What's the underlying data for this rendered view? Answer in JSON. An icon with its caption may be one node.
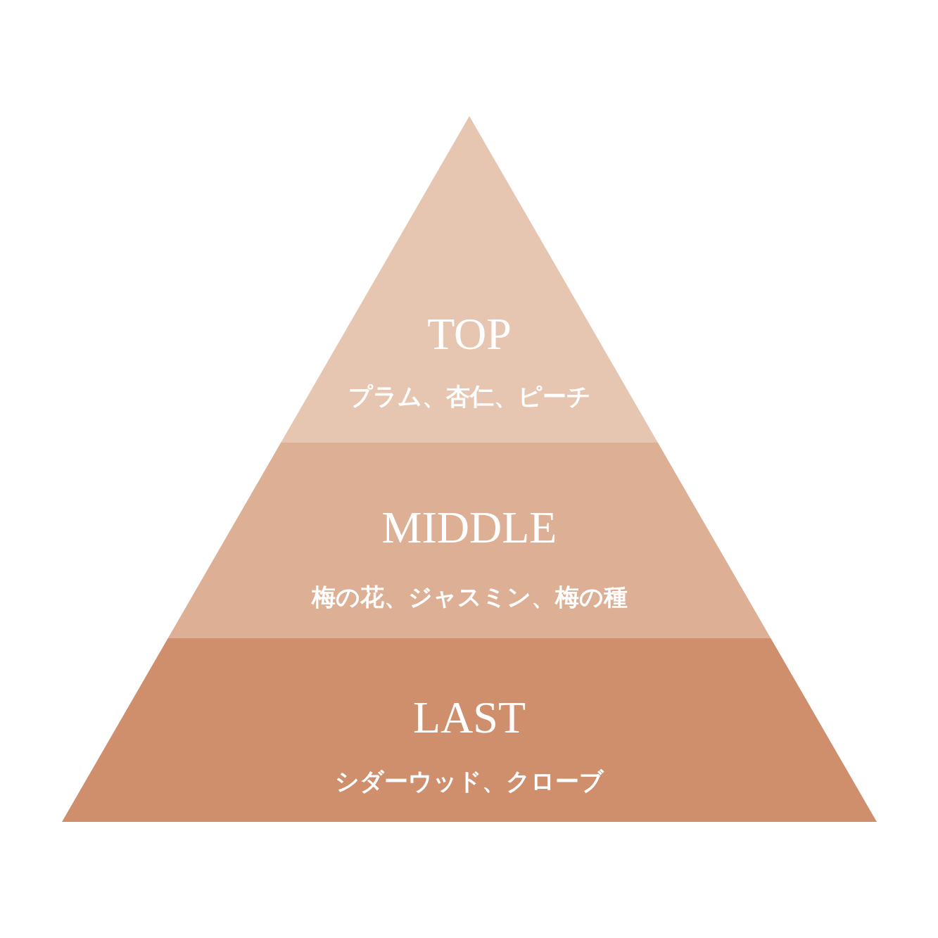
{
  "diagram": {
    "nodes": [
      {
        "text": [
          "TOP",
          "プラム、杏仁、ピーチ"
        ]
      },
      {
        "text": [
          "MIDDLE",
          "梅の花、ジャスミン、梅の種"
        ]
      },
      {
        "text": [
          "LAST",
          "シダーウッド、クローブ"
        ]
      }
    ]
  }
}
